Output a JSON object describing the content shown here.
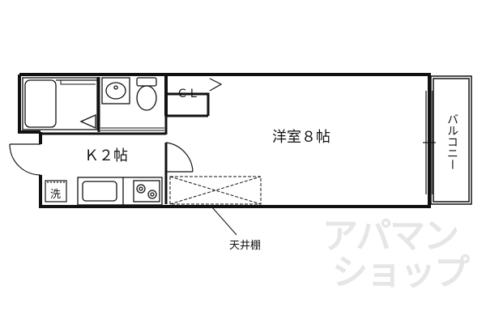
{
  "rooms": {
    "western_room": "洋室８帖",
    "kitchen": "Ｋ２帖",
    "closet": "ＣＬ",
    "balcony": "バルコニー",
    "washer_space": "洗"
  },
  "annotations": {
    "ceiling_shelf": "天井棚"
  },
  "watermark": {
    "line1": "アパマン",
    "line2": "ショップ"
  }
}
